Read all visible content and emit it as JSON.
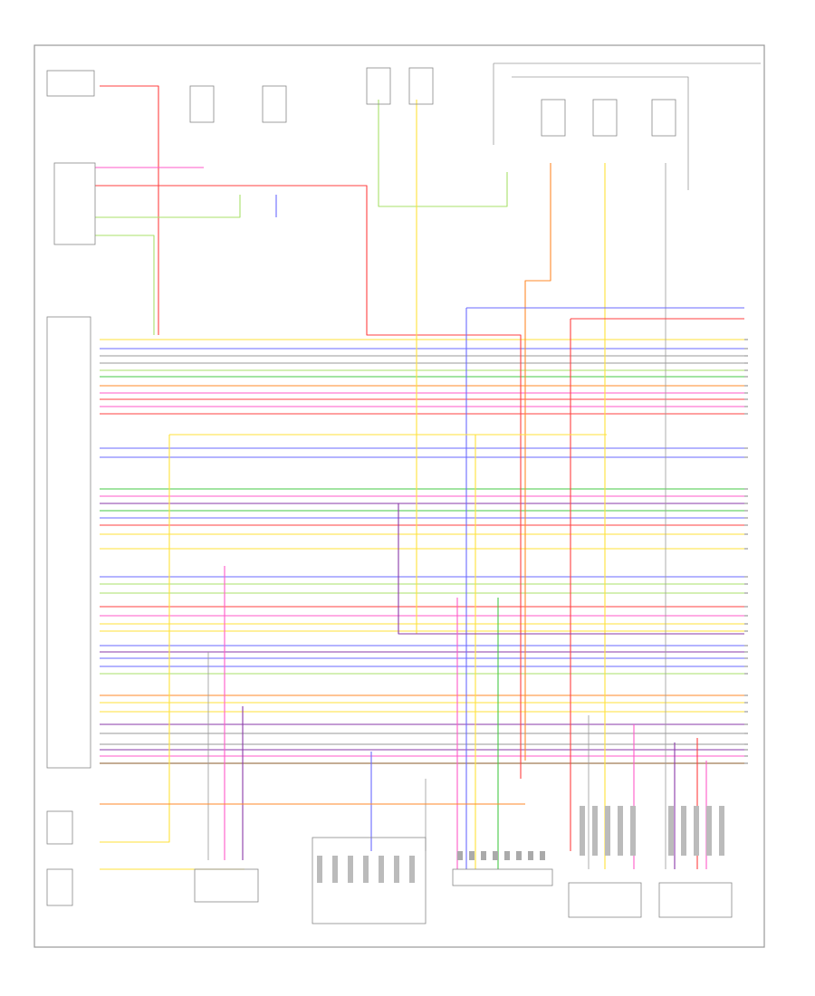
{
  "diagram": {
    "page_ref": "",
    "colors": {
      "red": "#ff4040",
      "orange": "#ff8a2a",
      "yellow": "#ffe23a",
      "green": "#46c846",
      "light_green": "#a8e06a",
      "blue": "#6a6aff",
      "violet": "#8a3aa8",
      "pink": "#ff5ac8",
      "brown": "#8a5a2a",
      "gray": "#9a9a9a",
      "black": "#444444"
    },
    "components": [
      {
        "id": "door-contact-switch",
        "label": ""
      },
      {
        "id": "door-lock-motor",
        "label": ""
      },
      {
        "id": "main-control-module",
        "label": ""
      },
      {
        "id": "trunk-switch",
        "label": ""
      },
      {
        "id": "left-trunk-switch",
        "label": ""
      },
      {
        "id": "center-connector-a",
        "label": ""
      },
      {
        "id": "center-connector-b",
        "label": ""
      },
      {
        "id": "remote-control-unit",
        "label": ""
      },
      {
        "id": "left-mirror",
        "label": ""
      },
      {
        "id": "right-mirror",
        "label": ""
      }
    ]
  }
}
